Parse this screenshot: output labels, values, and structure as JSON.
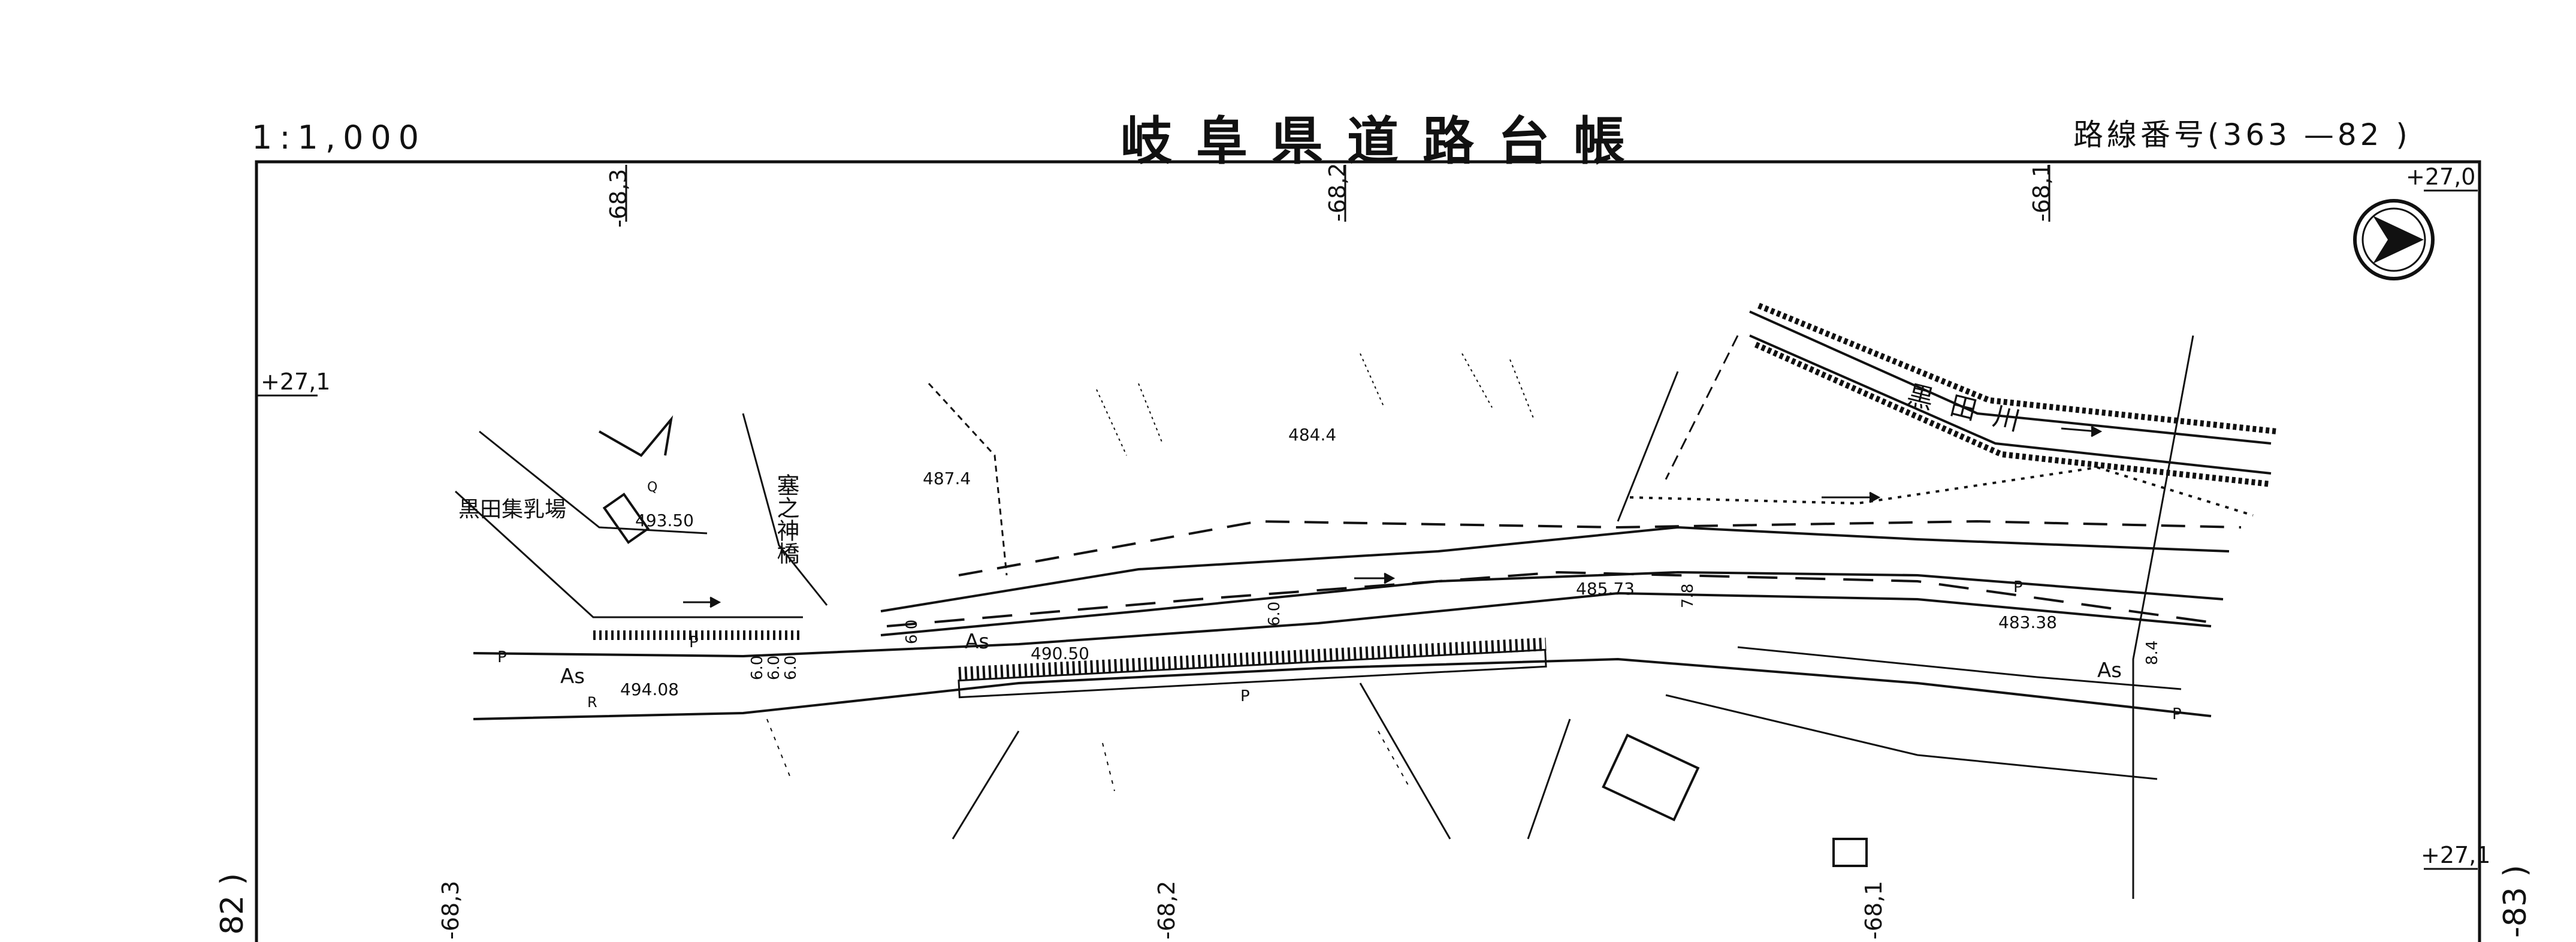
{
  "header": {
    "scale": "1:1,000",
    "title": "岐阜県道路台帳",
    "route_number": "路線番号(363 —82 )"
  },
  "grid_labels": {
    "top_left": "-68,3",
    "top_mid": "-68,2",
    "top_right": "-68,1",
    "bottom_left": "-68,3",
    "bottom_mid": "-68,2",
    "bottom_right": "-68,1",
    "left_upper": "+27,1",
    "right_top": "+27,0",
    "right_lower": "+27,1"
  },
  "sheet_labels": {
    "left_sheet": "82 )",
    "right_sheet": "-83 )"
  },
  "place_names": {
    "dairy": "黒田集乳場",
    "bridge": "塞之神橋",
    "river": "黒田川"
  },
  "elevations": {
    "e1": "493.50",
    "e2": "494.08",
    "e3": "490.50",
    "e4": "487.4",
    "e5": "484.4",
    "e6": "485.73",
    "e7": "483.38"
  },
  "road_labels": {
    "as1": "As",
    "as2": "As",
    "as3": "As",
    "p1": "P",
    "p2": "P",
    "p3": "P",
    "p4": "P",
    "p5": "P",
    "r1": "R",
    "q1": "Q"
  },
  "widths": {
    "w1": "6.0",
    "w2": "6.0",
    "w3": "6.0",
    "w4": "6.0",
    "w5": "6.0",
    "w6": "7.8",
    "w7": "8.4"
  },
  "north_icon": "north-arrow-icon"
}
